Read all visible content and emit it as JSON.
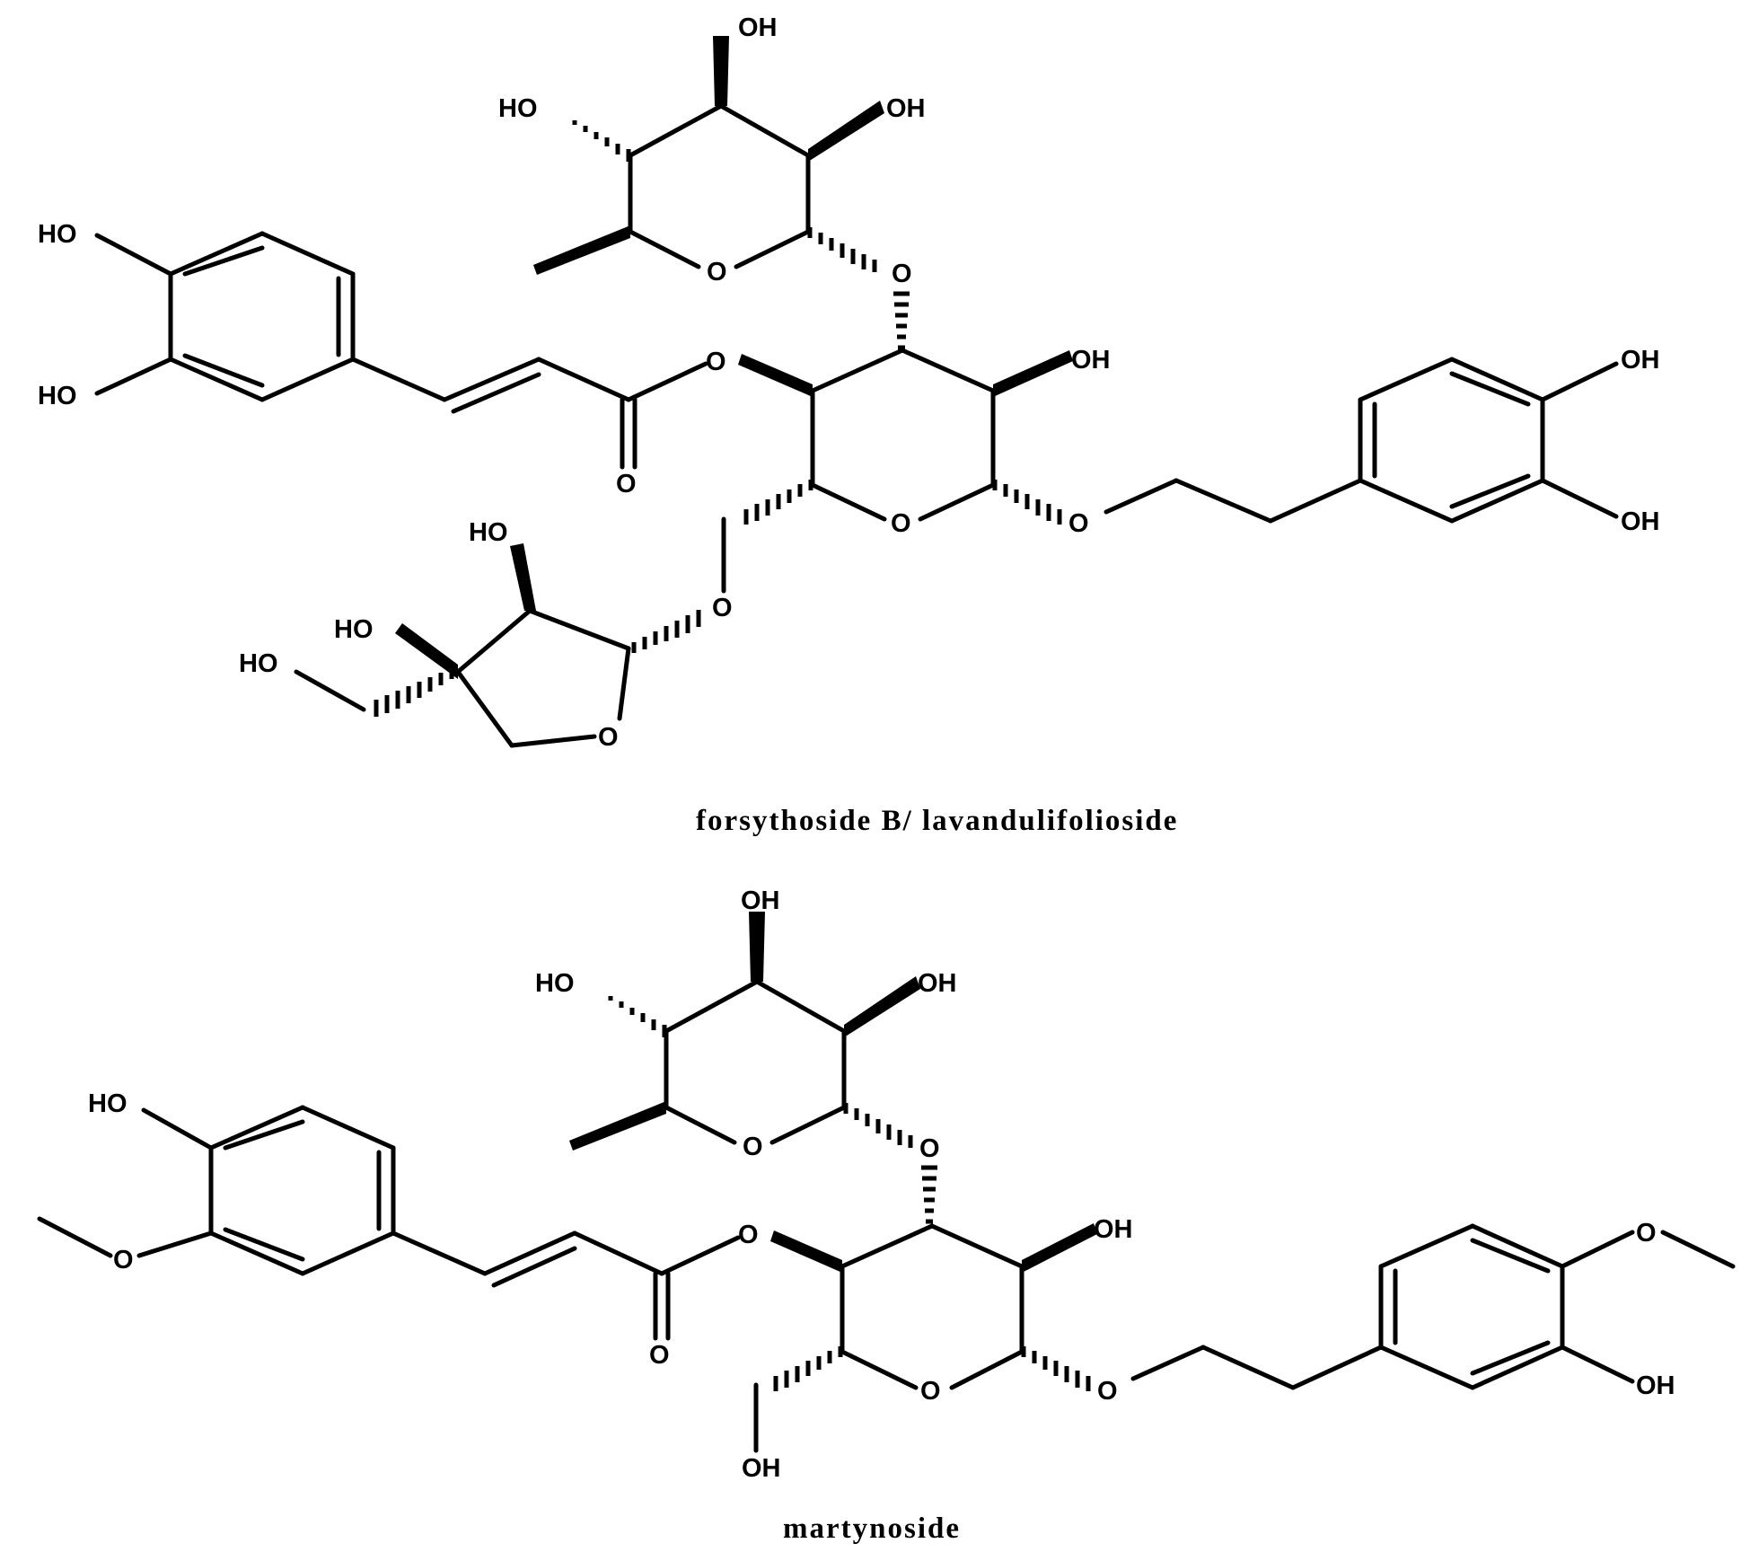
{
  "molecules": [
    {
      "name": "forsythoside B/ lavandulifolioside",
      "labels": {
        "rha_oh_top": "OH",
        "rha_ho_left": "HO",
        "rha_oh_right": "OH",
        "rha_o_ring": "O",
        "rha_o_link": "O",
        "caf_ho_top": "HO",
        "caf_ho_bottom": "HO",
        "ester_o": "O",
        "carbonyl_o": "O",
        "glc_oh": "OH",
        "glc_o_ring": "O",
        "glc_o_aglycone": "O",
        "api_o_link": "O",
        "api_ho_top": "HO",
        "api_ho_mid": "HO",
        "api_ho_left": "HO",
        "api_o_ring": "O",
        "phe_oh_top": "OH",
        "phe_oh_bottom": "OH"
      }
    },
    {
      "name": "martynoside",
      "labels": {
        "rha_oh_top": "OH",
        "rha_ho_left": "HO",
        "rha_oh_right": "OH",
        "rha_o_ring": "O",
        "rha_o_link": "O",
        "fer_ho_top": "HO",
        "fer_o_methoxy": "O",
        "ester_o": "O",
        "carbonyl_o": "O",
        "glc_oh": "OH",
        "glc_o_ring": "O",
        "glc_o_aglycone": "O",
        "glc_oh_ch2": "OH",
        "phe_o_methoxy": "O",
        "phe_oh_bottom": "OH"
      }
    }
  ]
}
